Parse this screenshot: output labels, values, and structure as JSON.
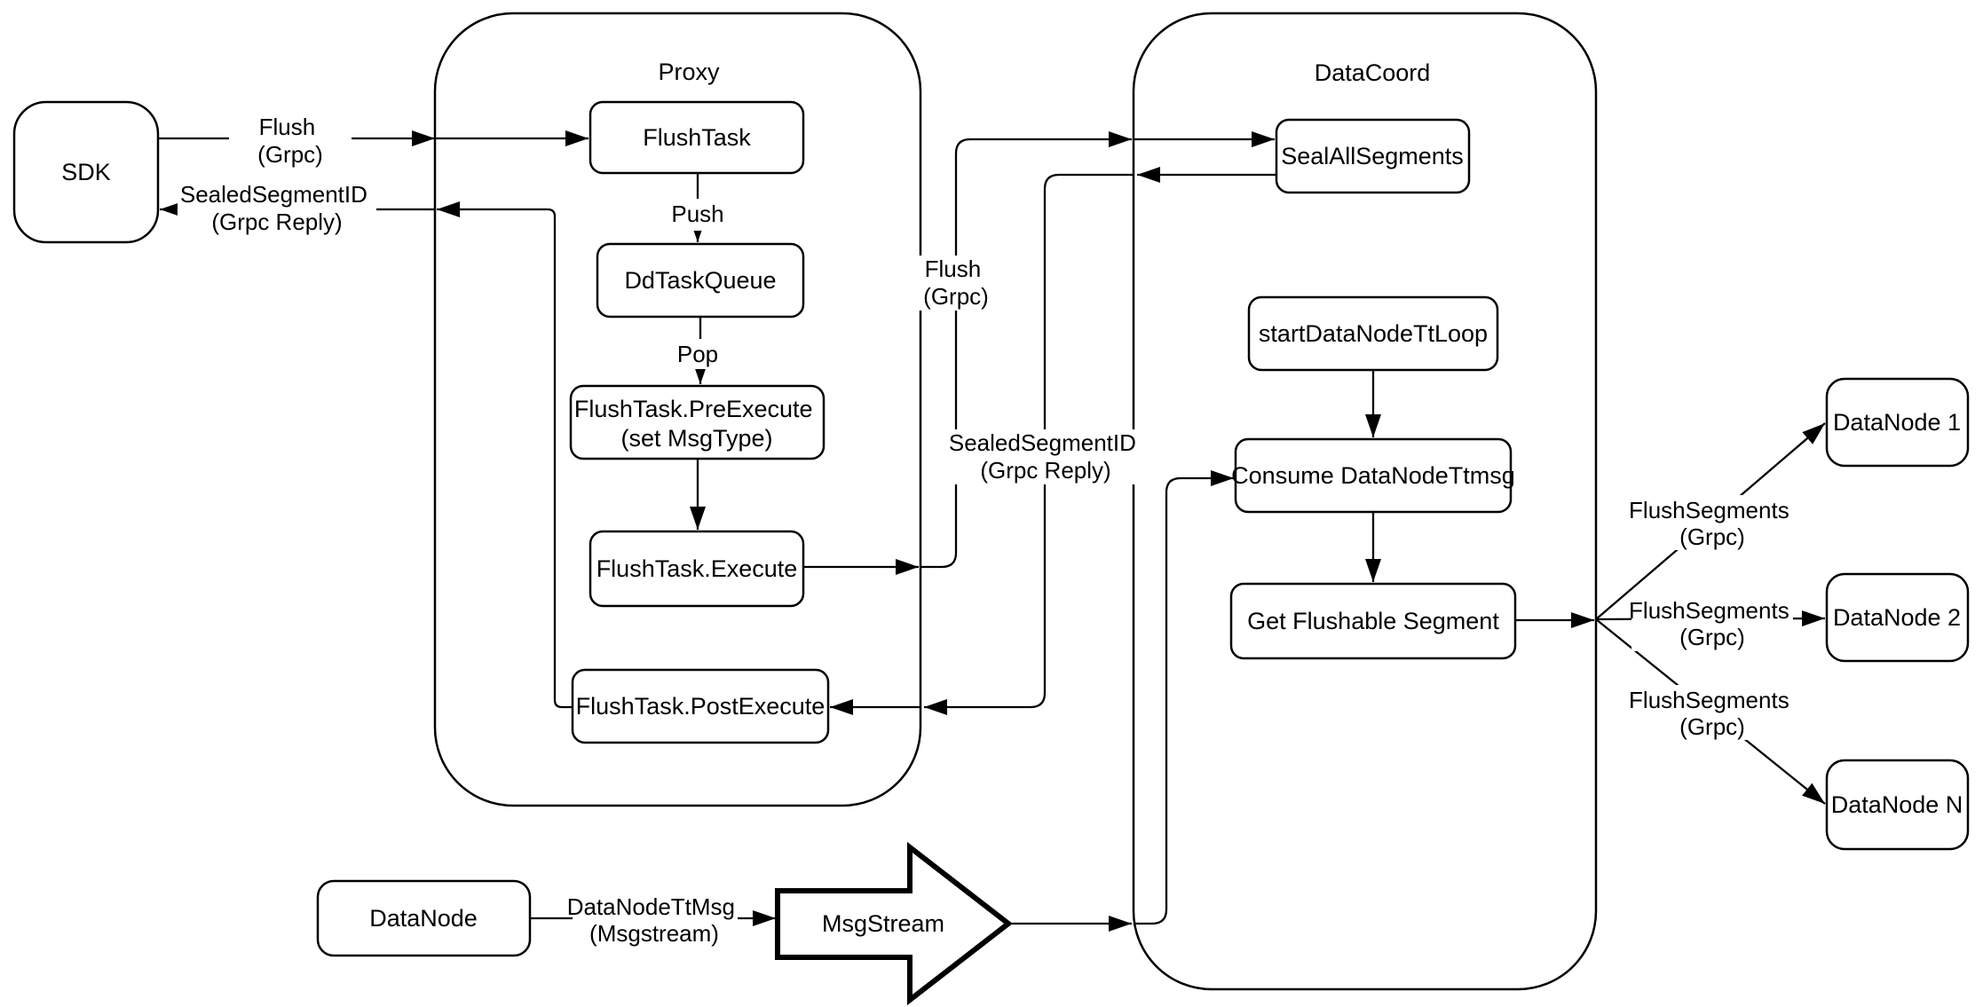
{
  "colors": {
    "background": "#ffffff",
    "line": "#000000",
    "node_fill": "#ffffff",
    "text": "#000000"
  },
  "containers": {
    "proxy": {
      "title": "Proxy"
    },
    "datacoord": {
      "title": "DataCoord"
    }
  },
  "nodes": {
    "sdk": {
      "label": "SDK"
    },
    "flush_task": {
      "label": "FlushTask"
    },
    "dd_task_queue": {
      "label": "DdTaskQueue"
    },
    "pre_execute": {
      "line1": "FlushTask.PreExecute",
      "line2": "(set MsgType)"
    },
    "execute": {
      "label": "FlushTask.Execute"
    },
    "post_execute": {
      "label": "FlushTask.PostExecute"
    },
    "seal_all_segments": {
      "label": "SealAllSegments"
    },
    "start_datanode_tt_loop": {
      "label": "startDataNodeTtLoop"
    },
    "consume_datanode_ttmsg": {
      "label": "Consume DataNodeTtmsg"
    },
    "get_flushable_segment": {
      "label": "Get Flushable Segment"
    },
    "datanode_1": {
      "label": "DataNode 1"
    },
    "datanode_2": {
      "label": "DataNode 2"
    },
    "datanode_n": {
      "label": "DataNode N"
    },
    "datanode": {
      "label": "DataNode"
    },
    "msgstream": {
      "label": "MsgStream"
    }
  },
  "edge_labels": {
    "flush_grpc_sdk": {
      "line1": "Flush",
      "line2": "(Grpc)"
    },
    "sealed_segment_id_sdk": {
      "line1": "SealedSegmentID",
      "line2": "(Grpc Reply)"
    },
    "push": {
      "label": "Push"
    },
    "pop": {
      "label": "Pop"
    },
    "flush_grpc_mid": {
      "line1": "Flush",
      "line2": "(Grpc)"
    },
    "sealed_segment_id_mid": {
      "line1": "SealedSegmentID",
      "line2": "(Grpc Reply)"
    },
    "flush_segments_1": {
      "line1": "FlushSegments",
      "line2": "(Grpc)"
    },
    "flush_segments_2": {
      "line1": "FlushSegments",
      "line2": "(Grpc)"
    },
    "flush_segments_3": {
      "line1": "FlushSegments",
      "line2": "(Grpc)"
    },
    "datanode_ttmsg": {
      "line1": "DataNodeTtMsg",
      "line2": "(Msgstream)"
    }
  }
}
